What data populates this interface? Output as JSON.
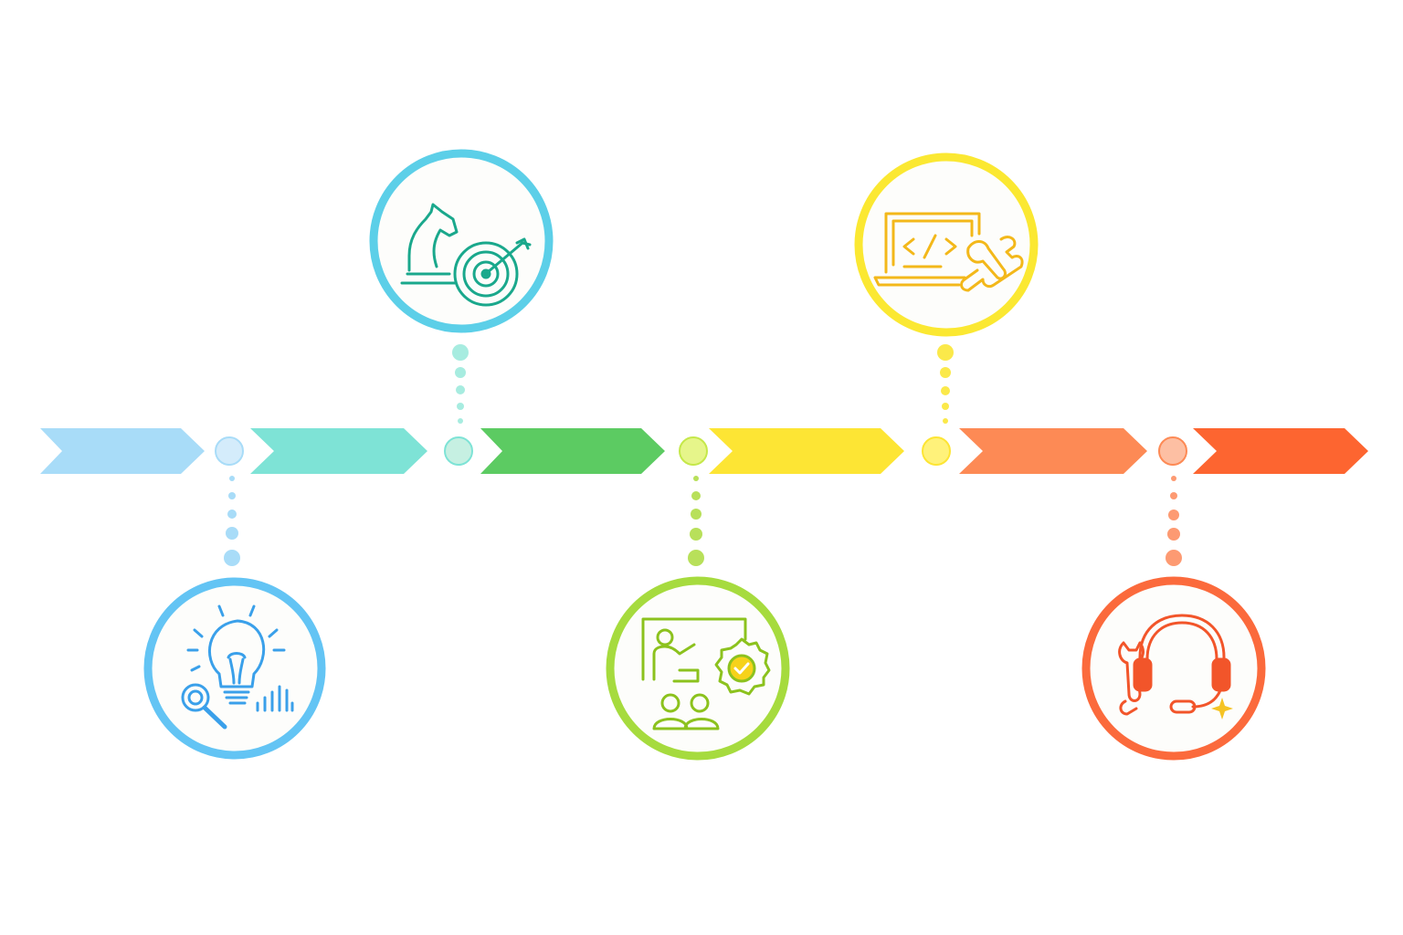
{
  "diagram": {
    "type": "horizontal-process-timeline",
    "stage_count": 6,
    "stages": [
      {
        "color": "#a8dcf8",
        "node_color": "#cfeaf9",
        "icon": null,
        "icon_position": null
      },
      {
        "color": "#7ee3d6",
        "node_color": "#bdeee0",
        "icon": "strategy-target-icon",
        "icon_position": "above",
        "ring_color": "#5ccfe8",
        "icon_color": "#1aa88c"
      },
      {
        "color": "#5ccb62",
        "node_color": "#dff07a",
        "icon": "training-settings-icon",
        "icon_position": "below",
        "ring_color": "#a6db3e",
        "icon_color": "#8cc21e"
      },
      {
        "color": "#fde534",
        "node_color": "#fff06a",
        "icon": "development-code-icon",
        "icon_position": "above",
        "ring_color": "#fbe832",
        "icon_color": "#f3b81a"
      },
      {
        "color": "#fd8a55",
        "node_color": "#fdb79a",
        "icon": "support-headset-icon",
        "icon_position": "below",
        "ring_color": "#fb6a3c",
        "icon_color": "#f2552a"
      },
      {
        "color": "#fd6530",
        "node_color": null,
        "icon": null,
        "icon_position": null
      }
    ],
    "first_icon": {
      "icon": "research-idea-icon",
      "icon_position": "below",
      "ring_color": "#63c4f4",
      "icon_color": "#3aa0ea"
    }
  }
}
